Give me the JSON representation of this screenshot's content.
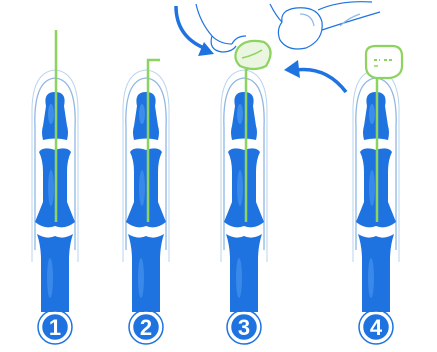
{
  "steps": [
    {
      "number": "1",
      "wire_shape": "straight"
    },
    {
      "number": "2",
      "wire_shape": "bent-end"
    },
    {
      "number": "3",
      "wire_shape": "end-being-fitted-with-cap"
    },
    {
      "number": "4",
      "wire_shape": "end-covered-by-cap"
    }
  ],
  "icons": {
    "hand": "hand-icon",
    "arrow": "curved-arrow-icon",
    "cap": "pin-cap-icon"
  },
  "colors": {
    "bone": "#1e73e0",
    "bone_highlight": "#4a98ee",
    "finger_outline": "#8fb8e4",
    "wire": "#8dd35f",
    "numbers": "#1e73e0",
    "hand_outline": "#1e73e0",
    "background": "#ffffff"
  }
}
